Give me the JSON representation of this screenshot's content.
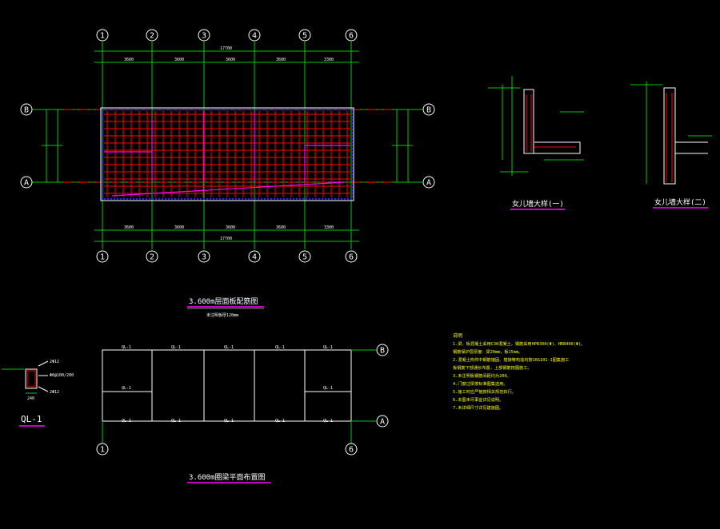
{
  "colors": {
    "background": "#000000",
    "grid_line": "#00c800",
    "axis_dash": "#e00000",
    "rebar_red": "#ff0000",
    "rebar_magenta": "#ff00ff",
    "wall_blue": "#2020ff",
    "text_white": "#ffffff",
    "text_yellow": "#ffff00",
    "title_underline": "#ff00ff"
  },
  "axis_labels": {
    "columns_top": [
      "1",
      "2",
      "3",
      "4",
      "5",
      "6"
    ],
    "columns_bottom": [
      "1",
      "2",
      "3",
      "4",
      "5",
      "6"
    ],
    "rows_left": [
      "B",
      "A"
    ],
    "rows_right": [
      "B",
      "A"
    ],
    "lower_cols": [
      "1",
      "6"
    ],
    "lower_rows": [
      "B",
      "A"
    ]
  },
  "plan_top": {
    "title": "3.600m层面板配筋图",
    "subtitle": "未注明板厚120mm"
  },
  "plan_bottom": {
    "title": "3.600m圈梁平面布置图",
    "beam_label": "QL-1"
  },
  "details": {
    "detail_one_title": "女儿墙大样(一)",
    "detail_two_title": "女儿墙大样(二)"
  },
  "section": {
    "label": "QL-1"
  },
  "notes": {
    "heading": "说明",
    "lines": [
      "1.梁、板混凝土采用C30混凝土，钢筋采用HPB300(Φ)、HRB400(Φ)。",
      "   钢筋保护层厚度：梁20mm，板15mm。",
      "2.混凝土构件中钢筋锚固、搭接等构造均按16G101-1图集施工",
      "   板钢筋下部通长布置，上部钢筋按图施工。",
      "3.未注明板钢筋间距均为200。",
      "4.门窗过梁按标准图集选用。",
      "5.施工时应严格按相关规范执行。",
      "6.本图未尽事宜详见说明。",
      "7.未详细尺寸详见建施图。"
    ]
  }
}
